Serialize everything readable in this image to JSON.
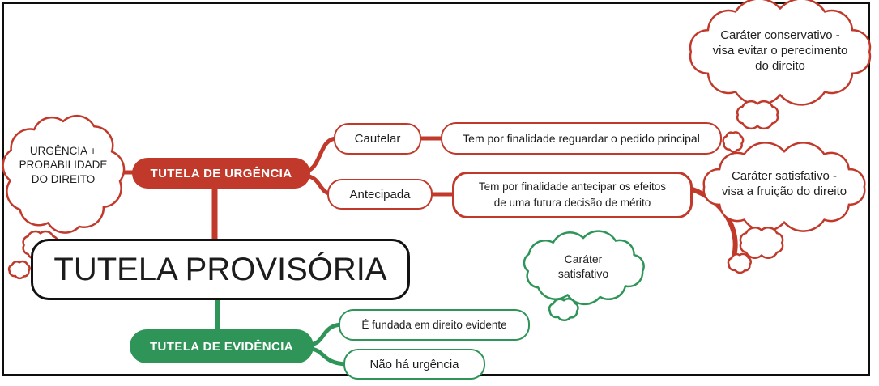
{
  "colors": {
    "red": "#c0392b",
    "green": "#2e9457",
    "ink": "#121212",
    "white": "#ffffff"
  },
  "title": {
    "label": "TUTELA PROVISÓRIA"
  },
  "urgencia": {
    "pill": "TUTELA DE URGÊNCIA",
    "cloud": "URGÊNCIA +\nPROBABILIDADE\nDO DIREITO",
    "cautelar": {
      "label": "Cautelar",
      "desc": "Tem por finalidade reguardar o pedido principal",
      "cloud": "Caráter conservativo -\nvisa evitar o perecimento\ndo direito"
    },
    "antecipada": {
      "label": "Antecipada",
      "desc": "Tem por finalidade antecipar os efeitos\nde uma futura decisão de mérito",
      "cloud": "Caráter satisfativo -\nvisa a fruição do direito"
    }
  },
  "evidencia": {
    "pill": "TUTELA DE EVIDÊNCIA",
    "evidente": {
      "label": "É fundada em direito evidente",
      "cloud": "Caráter\nsatisfativo"
    },
    "sem_urgencia": {
      "label": "Não há urgência"
    }
  }
}
